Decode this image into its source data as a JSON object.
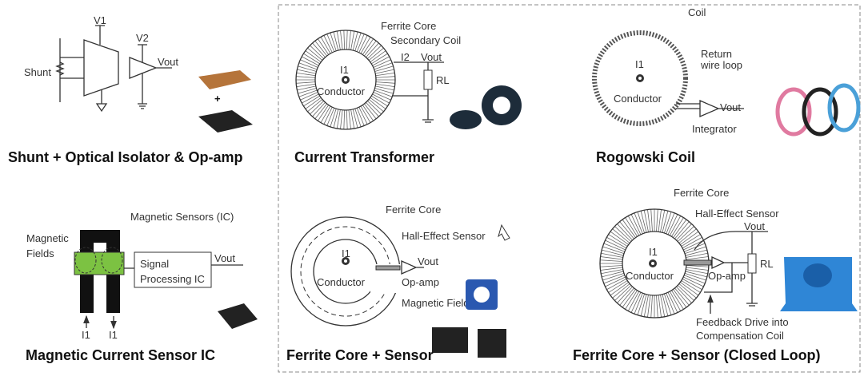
{
  "panels": {
    "shunt": {
      "title": "Shunt + Optical Isolator & Op-amp",
      "v1": "V1",
      "v2": "V2",
      "vout": "Vout",
      "shunt": "Shunt",
      "plus": "+"
    },
    "magnetic_ic": {
      "title": "Magnetic Current Sensor IC",
      "sensors": "Magnetic Sensors (IC)",
      "fields1": "Magnetic",
      "fields2": "Fields",
      "sp1": "Signal",
      "sp2": "Processing IC",
      "vout": "Vout",
      "i1a": "I1",
      "i1b": "I1"
    },
    "ct": {
      "title": "Current Transformer",
      "core": "Ferrite Core",
      "coil": "Secondary Coil",
      "i1": "I1",
      "i2": "I2",
      "vout": "Vout",
      "rl": "RL",
      "conductor": "Conductor"
    },
    "rogowski": {
      "title": "Rogowski Coil",
      "coil": "Coil",
      "ret1": "Return",
      "ret2": "wire loop",
      "i1": "I1",
      "conductor": "Conductor",
      "vout": "Vout",
      "integrator": "Integrator"
    },
    "ferrite": {
      "title": "Ferrite Core + Sensor",
      "core": "Ferrite Core",
      "hall": "Hall-Effect Sensor",
      "i1": "I1",
      "conductor": "Conductor",
      "vout": "Vout",
      "opamp": "Op-amp",
      "field": "Magnetic Field"
    },
    "closed": {
      "title": "Ferrite Core + Sensor (Closed Loop)",
      "core": "Ferrite Core",
      "hall": "Hall-Effect Sensor",
      "vout": "Vout",
      "i1": "I1",
      "conductor": "Conductor",
      "opamp": "Op-amp",
      "rl": "RL",
      "fb1": "Feedback Drive into",
      "fb2": "Compensation Coil"
    }
  },
  "colors": {
    "sensor_green": "#7cc242",
    "module_blue": "#2f86d6",
    "frame": "#888888"
  }
}
